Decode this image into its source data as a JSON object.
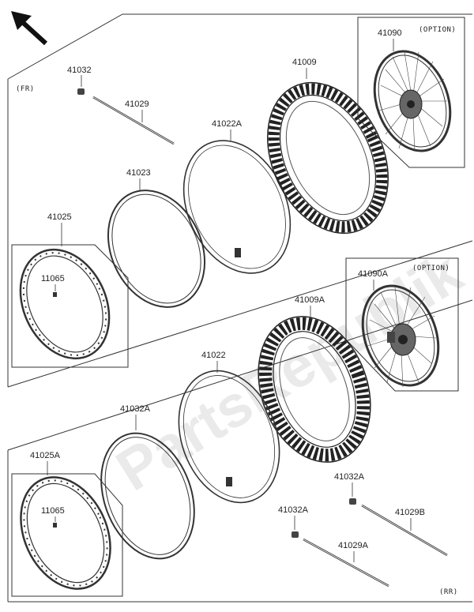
{
  "watermark": "PartsRepublik",
  "direction": {
    "front_tag": "(FR)",
    "rear_tag": "(RR)"
  },
  "option_tag": "(OPTION)",
  "parts": {
    "front_clamp": "41032",
    "front_spoke_rod": "41029",
    "front_rim_band": "41023",
    "front_tube": "41022A",
    "front_tire": "41009",
    "front_wheel_option": "41090",
    "front_rim": "41025",
    "front_nipple": "11065",
    "rear_rim_band": "41032A",
    "rear_tube": "41022",
    "rear_tire": "41009A",
    "rear_wheel_option": "41090A",
    "rear_rim": "41025A",
    "rear_nipple": "11065",
    "rear_clamp_upper": "41032A",
    "rear_spoke_rod_upper": "41029B",
    "rear_clamp_lower": "41032A",
    "rear_spoke_rod_lower": "41029A"
  }
}
